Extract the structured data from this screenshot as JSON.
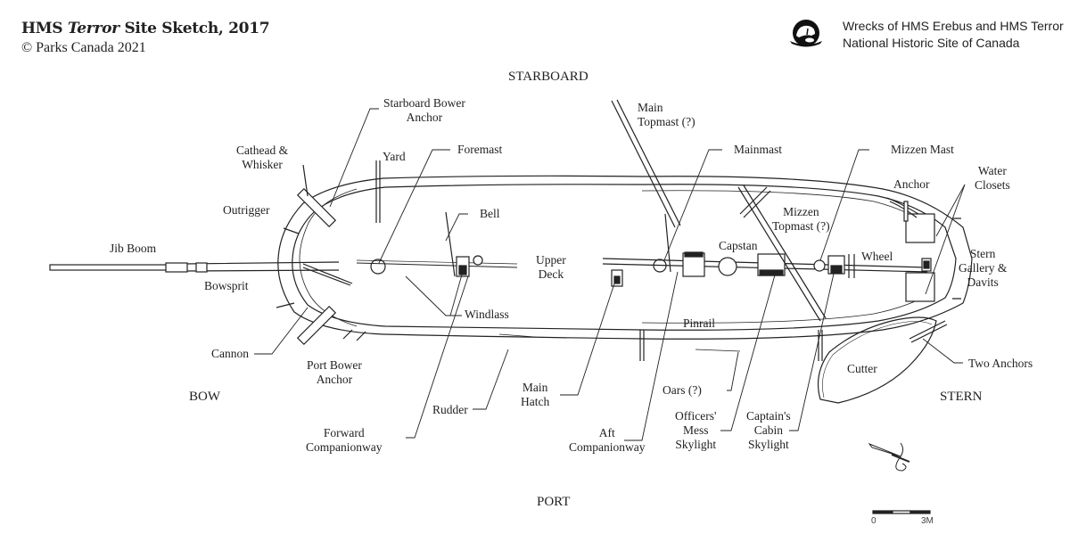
{
  "header": {
    "title_prefix": "HMS ",
    "title_ship": "Terror",
    "title_suffix": " Site Sketch, 2017",
    "copyright": "© Parks Canada 2021"
  },
  "organization": {
    "logo": "parks-canada-beaver-logo",
    "line1": "Wrecks of HMS Erebus and HMS Terror",
    "line2": "National Historic Site of Canada"
  },
  "orientation": {
    "starboard": "STARBOARD",
    "port": "PORT",
    "bow": "BOW",
    "stern": "STERN"
  },
  "labels": {
    "starboard_bower_anchor": [
      "Starboard Bower",
      "Anchor"
    ],
    "cathead_whisker": [
      "Cathead &",
      "Whisker"
    ],
    "yard": "Yard",
    "foremast": "Foremast",
    "outrigger": "Outrigger",
    "bell": "Bell",
    "jib_boom": "Jib Boom",
    "bowsprit": "Bowsprit",
    "windlass": "Windlass",
    "cannon": "Cannon",
    "port_bower_anchor": [
      "Port Bower",
      "Anchor"
    ],
    "forward_companionway": [
      "Forward",
      "Companionway"
    ],
    "rudder": "Rudder",
    "upper_deck": [
      "Upper",
      "Deck"
    ],
    "main_hatch": [
      "Main",
      "Hatch"
    ],
    "main_topmast": [
      "Main",
      "Topmast (?)"
    ],
    "mainmast": "Mainmast",
    "capstan": "Capstan",
    "pinrail": "Pinrail",
    "aft_companionway": [
      "Aft",
      "Companionway"
    ],
    "oars": "Oars (?)",
    "officers_mess_skylight": [
      "Officers'",
      "Mess",
      "Skylight"
    ],
    "captains_cabin_skylight": [
      "Captain's",
      "Cabin",
      "Skylight"
    ],
    "mizzen_topmast": [
      "Mizzen",
      "Topmast (?)"
    ],
    "mizzen_mast": "Mizzen Mast",
    "wheel": "Wheel",
    "anchor": "Anchor",
    "water_closets": [
      "Water",
      "Closets"
    ],
    "stern_gallery_davits": [
      "Stern",
      "Gallery &",
      "Davits"
    ],
    "cutter": "Cutter",
    "two_anchors": "Two Anchors"
  },
  "scale_bar": {
    "start": "0",
    "end": "3M"
  },
  "north_arrow": "north-arrow-icon"
}
